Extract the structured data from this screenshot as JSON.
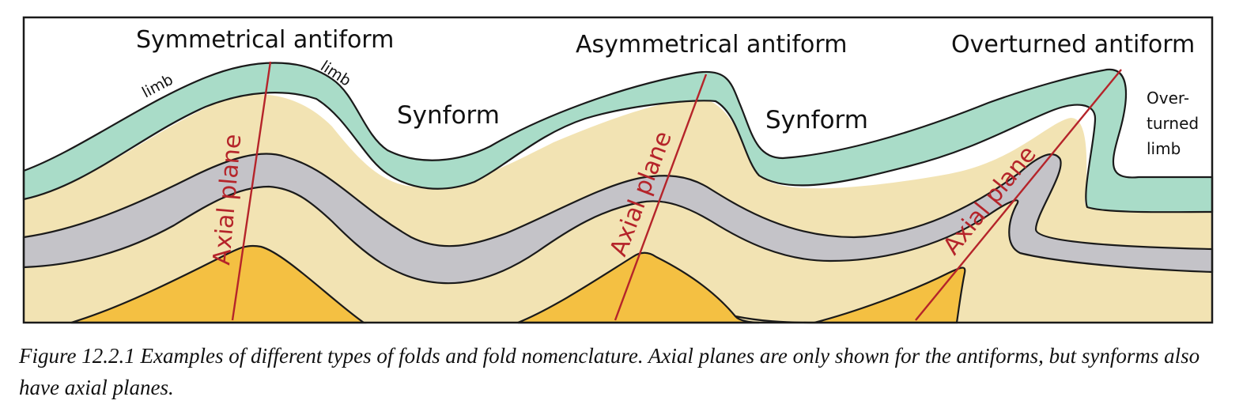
{
  "labels": {
    "symmetrical_antiform": "Symmetrical antiform",
    "asymmetrical_antiform": "Asymmetrical antiform",
    "overturned_antiform": "Overturned antiform",
    "synform": "Synform",
    "limb": "limb",
    "axial_plane": "Axial plane",
    "overturned_limb": [
      "Over-",
      "turned",
      "limb"
    ]
  },
  "colors": {
    "green_layer": "#a9dcc8",
    "tan_layer": "#f2e3b3",
    "gray_layer": "#c4c3c8",
    "orange_layer": "#f4c042",
    "axial_line": "#b5242a",
    "outline": "#1a1a1a"
  },
  "caption": "Figure 12.2.1 Examples of different types of folds and fold nomenclature. Axial planes are only shown for the antiforms, but synforms also have axial planes."
}
